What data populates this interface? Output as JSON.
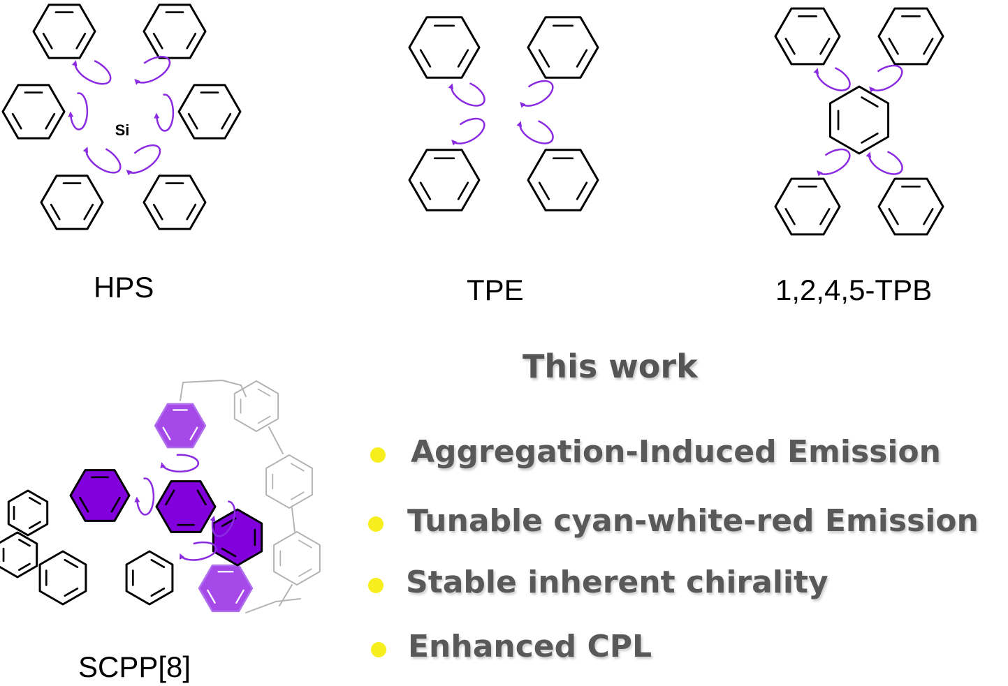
{
  "molecules": [
    {
      "label": "HPS",
      "atom_label": "Si"
    },
    {
      "label": "TPE"
    },
    {
      "label": "1,2,4,5-TPB"
    },
    {
      "label": "SCPP[8]"
    }
  ],
  "this_work": {
    "title": "This work",
    "features": [
      "Aggregation-Induced Emission",
      "Tunable cyan-white-red Emission",
      "Stable inherent chirality",
      "Enhanced CPL"
    ]
  },
  "colors": {
    "bond": "#000000",
    "rotation_arrow": "#8a2be2",
    "highlight_ring": "#8200dc",
    "faded_ring": "#a54ae8",
    "background_ring": "#b3b3b3",
    "bullet": "#f7ee1d",
    "feature_text": "#595959"
  }
}
